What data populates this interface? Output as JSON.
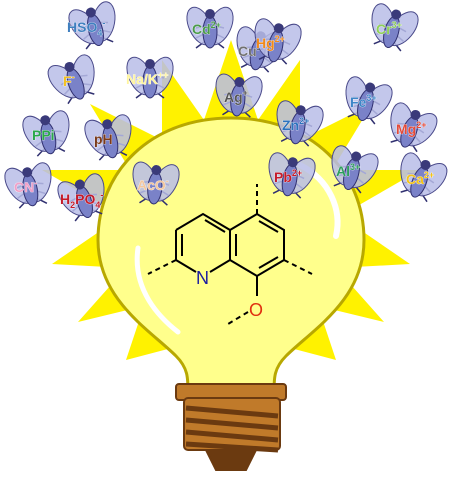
{
  "colors": {
    "burst": "#fff200",
    "bulb_body": "#ffff8c",
    "bulb_outline": "#b8a800",
    "base": "#c07a2a",
    "base_dark": "#6b3a10",
    "nitrogen": "#1b1b9f",
    "oxygen": "#e03010",
    "fly_wing": "#b9bde8",
    "fly_body": "#7a82c8"
  },
  "molecule": {
    "nitrogen": "N",
    "oxygen": "O"
  },
  "analytes": [
    {
      "base": "HSO",
      "sub": "4",
      "sup": "-",
      "color": "#3f7fbf"
    },
    {
      "base": "Cd",
      "sup": "2+",
      "color": "#4a9a4a"
    },
    {
      "base": "Cu",
      "sup": "2+",
      "color": "#707070"
    },
    {
      "base": "Hg",
      "sup": "2+",
      "color": "#f08a1a"
    },
    {
      "base": "Cr",
      "sup": "3+",
      "color": "#8fcf5a"
    },
    {
      "base": "F",
      "sup": "-",
      "color": "#f3c224"
    },
    {
      "base": "Na",
      "sup": "+",
      "extra": "/K",
      "extra_sup": "+",
      "color": "#fff5a0"
    },
    {
      "base": "Ag",
      "sup": "+",
      "color": "#555555"
    },
    {
      "base": "Fe",
      "sup": "3+",
      "color": "#3e86c8"
    },
    {
      "base": "Zn",
      "sup": "2+",
      "color": "#2d73bd"
    },
    {
      "base": "Mg",
      "sup": "2+",
      "color": "#e24a3a"
    },
    {
      "base": "PPi",
      "color": "#2aa84a"
    },
    {
      "base": "pH",
      "color": "#7a3a1a"
    },
    {
      "base": "Pb",
      "sup": "2+",
      "color": "#c41a2a"
    },
    {
      "base": "Al",
      "sup": "3+",
      "color": "#2e9e5e"
    },
    {
      "base": "Ca",
      "sup": "2+",
      "color": "#f2c31a"
    },
    {
      "base": "CN",
      "sup": "-",
      "color": "#f0a0c8"
    },
    {
      "base": "H",
      "sub": "2",
      "extra": "PO",
      "extra_sub": "4",
      "sup": "-",
      "color": "#c41a2a"
    },
    {
      "base": "AcO",
      "sup": "-",
      "color": "#f3c8a0"
    }
  ]
}
